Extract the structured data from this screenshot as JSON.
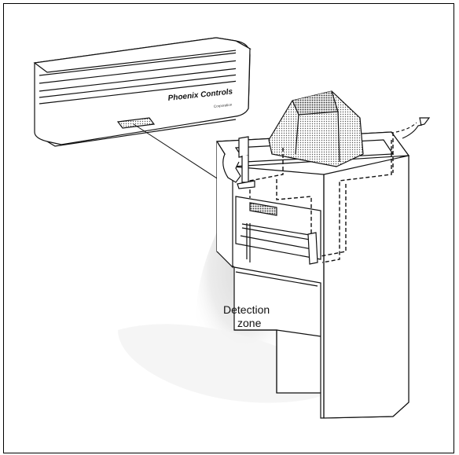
{
  "figure": {
    "detection_label_line1": "Detection",
    "detection_label_line2": "zone",
    "brand_name": "Phoenix Controls",
    "brand_sub": "Corporation"
  },
  "colors": {
    "line": "#111111",
    "shade": "#c8c8c8",
    "zone": "#e6e6e6"
  }
}
